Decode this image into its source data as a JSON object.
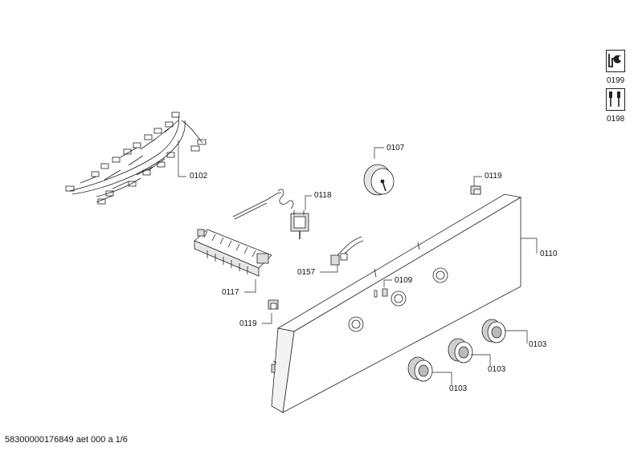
{
  "document": {
    "footer": "58300000176849 aet 000 a 1/6"
  },
  "tools": [
    {
      "label": "0199",
      "icon": "wrench-screwdriver-icon"
    },
    {
      "label": "0198",
      "icon": "screwdrivers-icon"
    }
  ],
  "parts": {
    "p0102": "0102",
    "p0107": "0107",
    "p0119a": "0119",
    "p0118": "0118",
    "p0110": "0110",
    "p0157": "0157",
    "p0109": "0109",
    "p0117": "0117",
    "p0119b": "0119",
    "p0103a": "0103",
    "p0103b": "0103",
    "p0103c": "0103"
  },
  "colors": {
    "line": "#222222",
    "fill": "#ffffff",
    "shade": "#cfcfcf"
  }
}
